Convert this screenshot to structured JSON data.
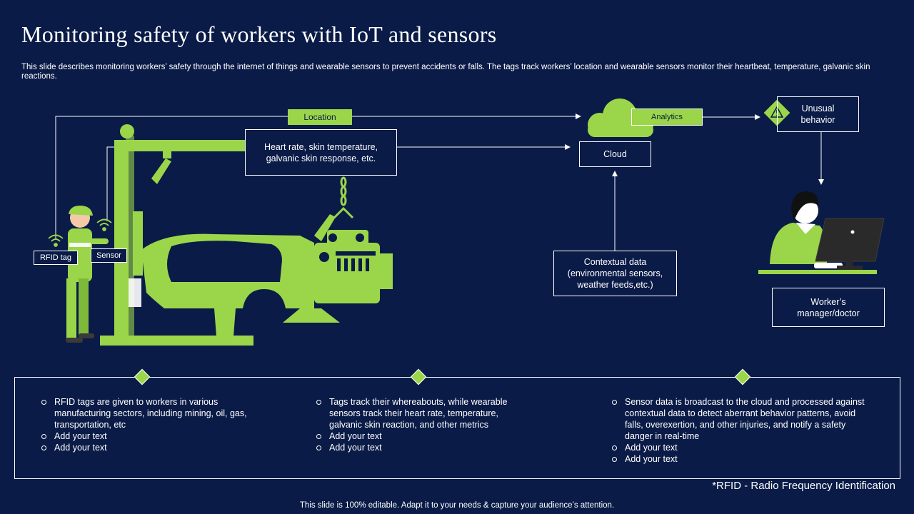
{
  "header": {
    "title": "Monitoring safety of workers with IoT and sensors",
    "subtitle": "This slide describes monitoring workers’ safety through the internet of things and wearable sensors to prevent accidents or falls. The tags track workers’ location and wearable sensors monitor their heartbeat, temperature, galvanic skin reactions."
  },
  "diagram": {
    "location_label": "Location",
    "analytics_label": "Analytics",
    "vitals_box": "Heart rate, skin temperature, galvanic skin response, etc.",
    "cloud_box": "Cloud",
    "unusual_box": "Unusual behavior",
    "contextual_box": "Contextual data (environmental sensors, weather feeds,etc.)",
    "manager_box": "Worker’s manager/doctor",
    "rfid_label": "RFID tag",
    "sensor_label": "Sensor"
  },
  "columns": [
    {
      "items": [
        "RFID tags are given to workers in various manufacturing sectors, including mining, oil, gas, transportation, etc",
        "Add your text",
        "Add your text"
      ]
    },
    {
      "items": [
        "Tags track their whereabouts, while wearable sensors track their heart rate, temperature, galvanic skin reaction, and other metrics",
        "Add your text",
        "Add your text"
      ]
    },
    {
      "items": [
        "Sensor data is broadcast to the cloud and processed against contextual data to detect aberrant behavior patterns, avoid falls, overexertion, and other injuries, and notify a safety danger in real-time",
        "Add your text",
        "Add your text"
      ]
    }
  ],
  "footnote": "*RFID - Radio Frequency Identification",
  "footer": "This slide is 100% editable. Adapt it to your needs & capture your audience’s attention.",
  "colors": {
    "background": "#0a1b47",
    "accent": "#9bd64a",
    "text": "#ffffff"
  },
  "icons": [
    "warning-icon",
    "cloud-icon",
    "wifi-icon",
    "worker-illustration",
    "crane-car-illustration",
    "manager-illustration",
    "monitor-icon"
  ]
}
